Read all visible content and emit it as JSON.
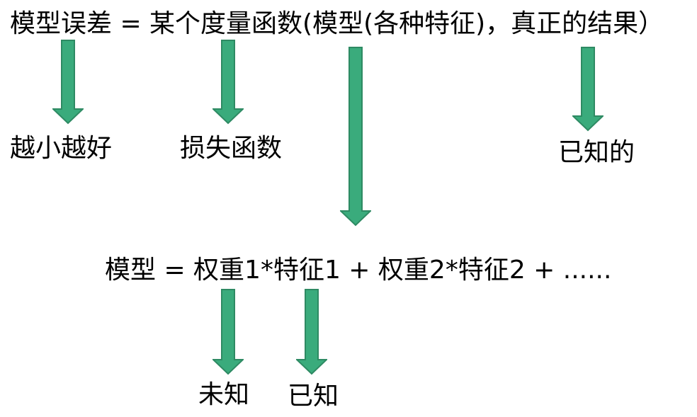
{
  "colors": {
    "arrow_fill": "#3aab7c",
    "arrow_stroke": "#2e8a63",
    "text": "#000000"
  },
  "formula_top": "模型误差 = 某个度量函数(模型(各种特征)，真正的结果）",
  "formula_model": "模型 = 权重1*特征1 + 权重2*特征2 + ......",
  "labels": {
    "smaller_better": "越小越好",
    "loss_function": "损失函数",
    "known_result": "已知的",
    "unknown_weight": "未知",
    "known_feature": "已知"
  },
  "icons": {
    "arrow": "down-arrow-icon"
  }
}
